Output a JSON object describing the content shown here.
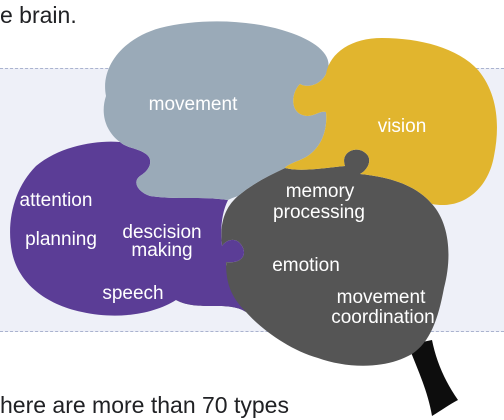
{
  "text": {
    "top_line": "e brain.",
    "bottom_line": "here are more than 70 types"
  },
  "diagram": {
    "regions": [
      {
        "id": "frontal",
        "color": "#5b3d96",
        "labels": [
          "attention",
          "planning",
          "descision",
          "making",
          "speech"
        ]
      },
      {
        "id": "parietal",
        "color": "#9aaab8",
        "labels": [
          "movement"
        ]
      },
      {
        "id": "occipital",
        "color": "#e1b52e",
        "labels": [
          "vision"
        ]
      },
      {
        "id": "temporal",
        "color": "#555555",
        "labels": [
          "memory",
          "processing",
          "emotion",
          "movement",
          "coordination"
        ]
      },
      {
        "id": "brainstem",
        "color": "#0d0d0d",
        "labels": []
      }
    ]
  }
}
